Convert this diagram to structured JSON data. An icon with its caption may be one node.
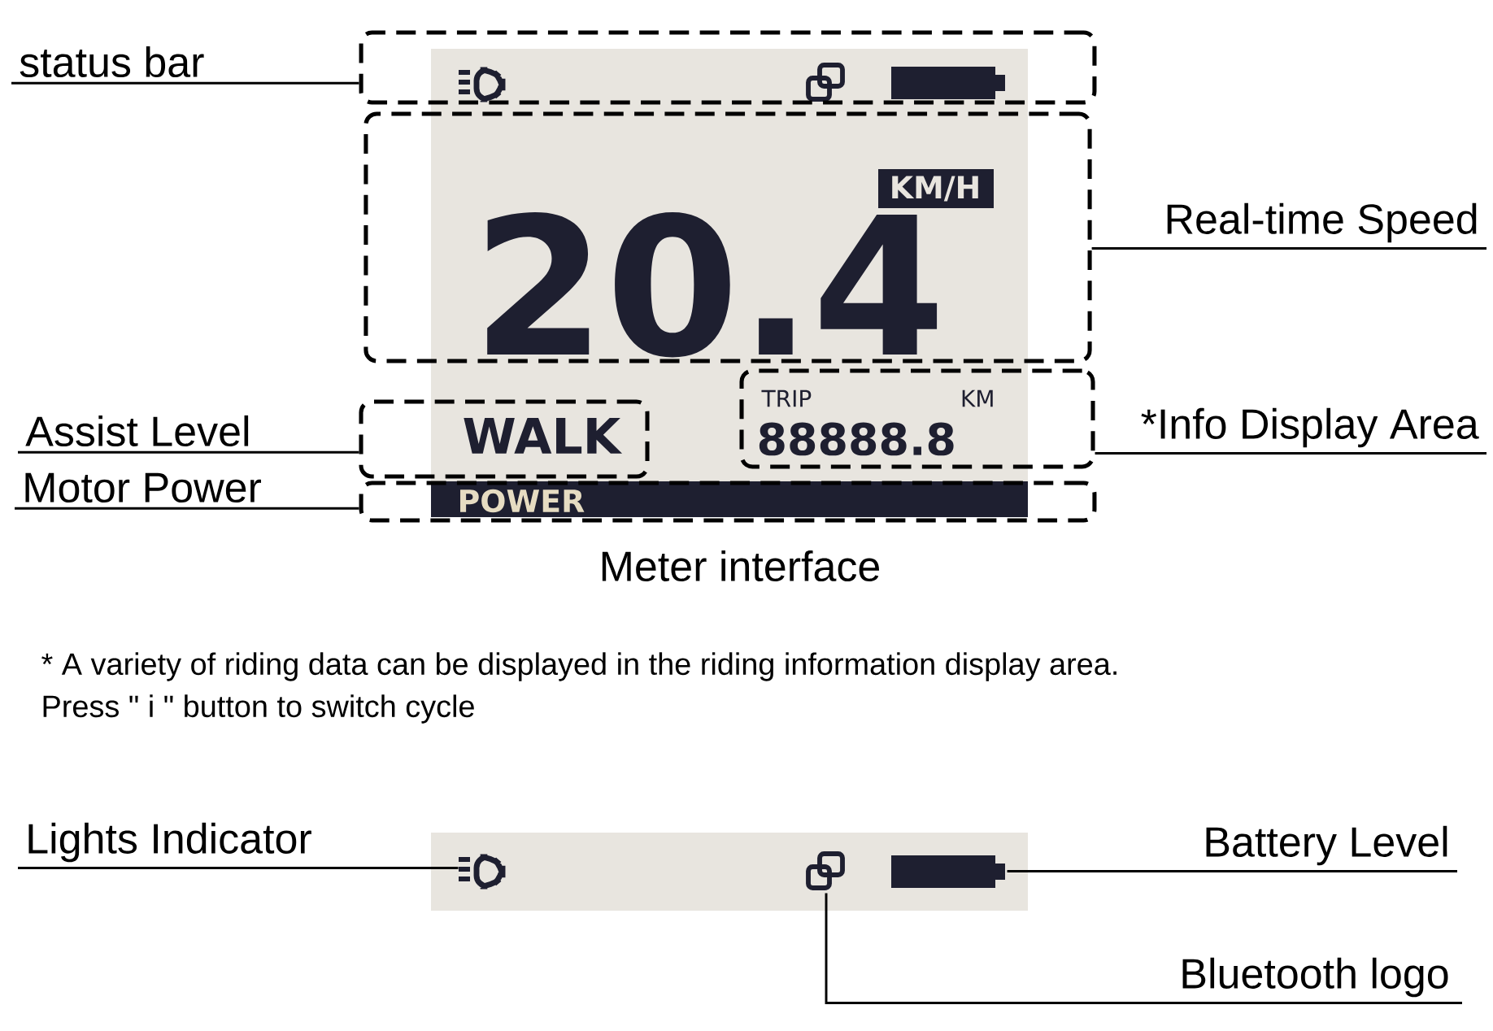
{
  "diagram": {
    "nodes": [
      {
        "text": [
          "status bar"
        ]
      },
      {
        "text": [],
        "shape": "box"
      },
      {
        "text": [],
        "shape": "box"
      },
      {
        "text": [
          "Real-time Speed"
        ]
      },
      {
        "text": [
          "Assist Level"
        ]
      },
      {
        "text": [],
        "shape": "box"
      },
      {
        "text": [],
        "shape": "box"
      },
      {
        "text": [
          "*Info Display Area"
        ]
      },
      {
        "text": [
          "Motor Power"
        ]
      },
      {
        "text": [],
        "shape": "box"
      },
      {
        "text": [
          "Lights Indicator"
        ]
      },
      {
        "text": [],
        "shape": "box"
      },
      {
        "text": [],
        "shape": "picture"
      },
      {
        "text": [],
        "shape": "box"
      },
      {
        "text": [
          "Battery Level"
        ]
      },
      {
        "text": [
          "Bluetooth logo"
        ]
      }
    ],
    "edges": [
      {
        "from": 0,
        "to": 1,
        "arrow": "none"
      },
      {
        "from": 3,
        "to": 2,
        "arrow": "none"
      },
      {
        "from": 4,
        "to": 5,
        "arrow": "none"
      },
      {
        "from": 7,
        "to": 6,
        "arrow": "none"
      },
      {
        "from": 8,
        "to": 9,
        "arrow": "none"
      },
      {
        "from": 10,
        "to": 11,
        "arrow": "none"
      },
      {
        "from": 14,
        "to": 13,
        "arrow": "none"
      },
      {
        "from": 15,
        "to": 12,
        "arrow": "none"
      }
    ],
    "labels": [
      "20.4",
      "KM/H",
      "TRIP",
      "KM",
      "WALK",
      "88888.8",
      "POWER",
      "Meter interface",
      "* A variety of riding data can be displayed in the riding information display area.",
      "Press \" i \" button to switch cycle"
    ]
  }
}
